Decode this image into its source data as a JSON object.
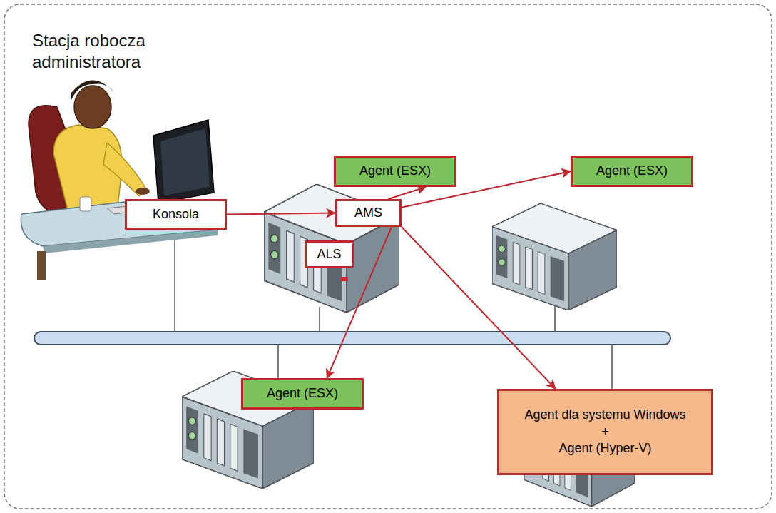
{
  "diagram": {
    "nodes": [
      {
        "text": [
          "Konsola"
        ]
      },
      {
        "text": [
          "AMS"
        ]
      },
      {
        "text": [
          "ALS"
        ]
      },
      {
        "text": [
          "Agent (ESX)"
        ]
      },
      {
        "text": [
          "Agent (ESX)"
        ]
      },
      {
        "text": [
          "Agent (ESX)"
        ]
      },
      {
        "text": [
          "Agent dla systemu Windows",
          "+",
          "Agent (Hyper-V)"
        ]
      }
    ],
    "edges": [
      {
        "from": 0,
        "to": 1,
        "arrow": "to"
      },
      {
        "from": 1,
        "to": 3,
        "arrow": "to"
      },
      {
        "from": 1,
        "to": 4,
        "arrow": "to"
      },
      {
        "from": 1,
        "to": 5,
        "arrow": "to"
      },
      {
        "from": 1,
        "to": 6,
        "arrow": "to"
      }
    ],
    "labels": [
      "Stacja robocza administratora"
    ]
  }
}
